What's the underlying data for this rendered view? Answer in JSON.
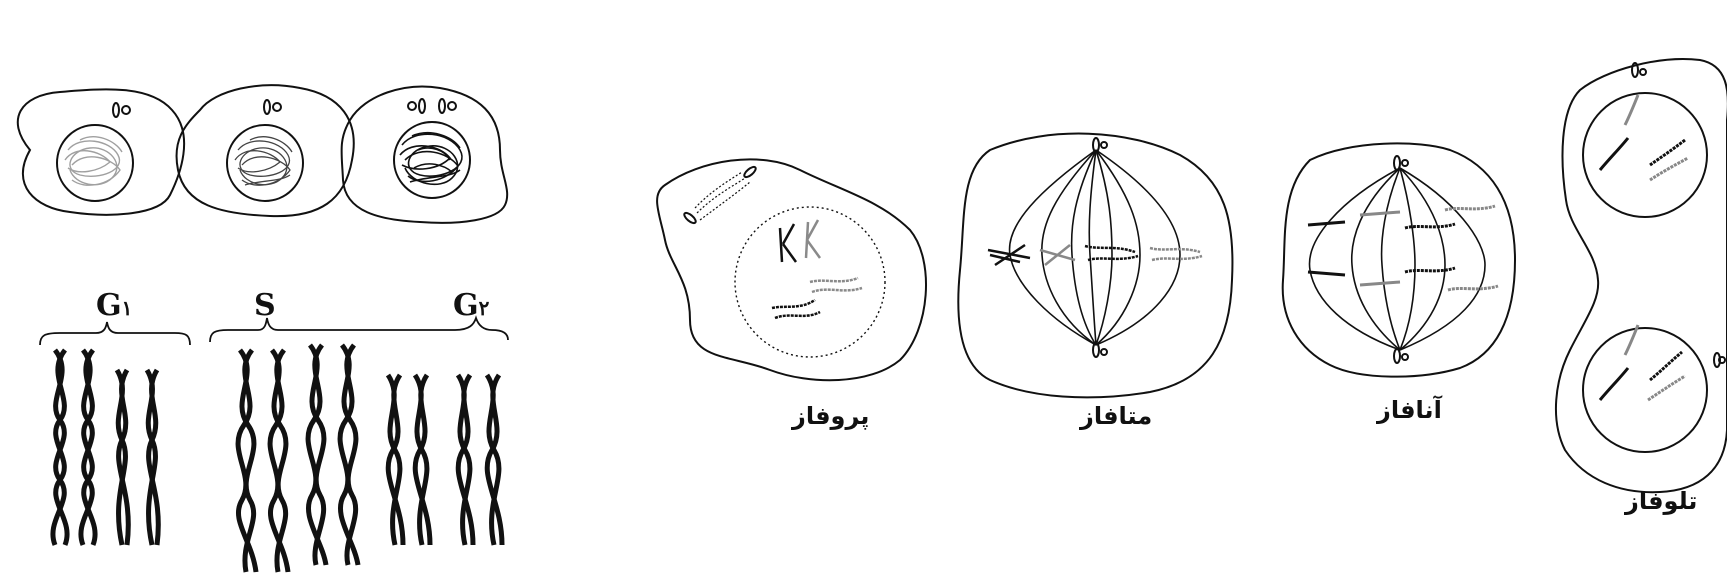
{
  "stages": {
    "g1_letter": "G",
    "g1_sub": "۱",
    "s": "S",
    "g2_letter": "G",
    "g2_sub": "۲"
  },
  "phases": {
    "prophase": "پروفاز",
    "metaphase": "متافاز",
    "anaphase": "آنافاز",
    "telophase": "تلوفاز"
  },
  "colors": {
    "ink": "#111111",
    "chromatin_light": "#999999",
    "chromatin_dark": "#222222"
  }
}
